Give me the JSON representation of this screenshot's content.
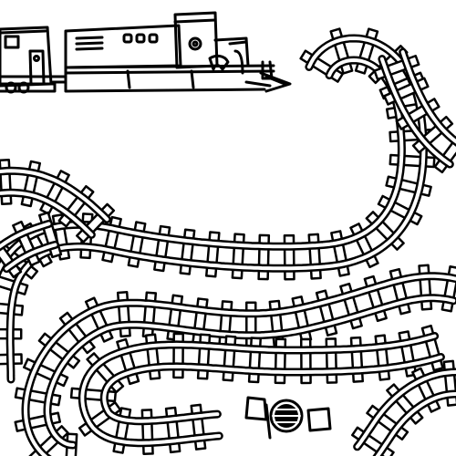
{
  "colors": {
    "ink": "#000000",
    "paper": "#ffffff"
  },
  "scene": {
    "subject": "coloring-page-train-track",
    "elements": [
      "locomotive",
      "rail-car",
      "curvy-track",
      "wheel-token"
    ]
  }
}
